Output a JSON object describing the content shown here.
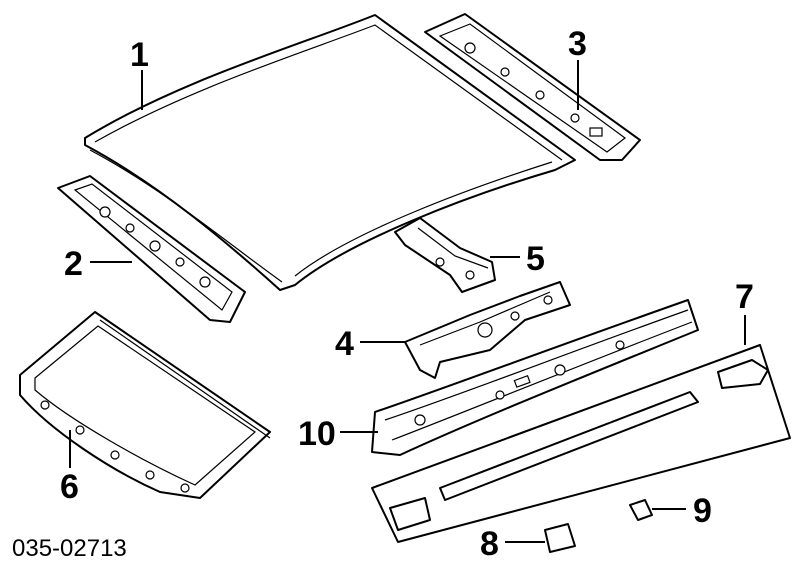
{
  "diagram": {
    "part_numbers": [
      "1",
      "2",
      "3",
      "4",
      "5",
      "6",
      "7",
      "8",
      "9",
      "10"
    ],
    "figure_code": "035-02713"
  },
  "colors": {
    "ink": "#000000",
    "paper": "#ffffff"
  }
}
